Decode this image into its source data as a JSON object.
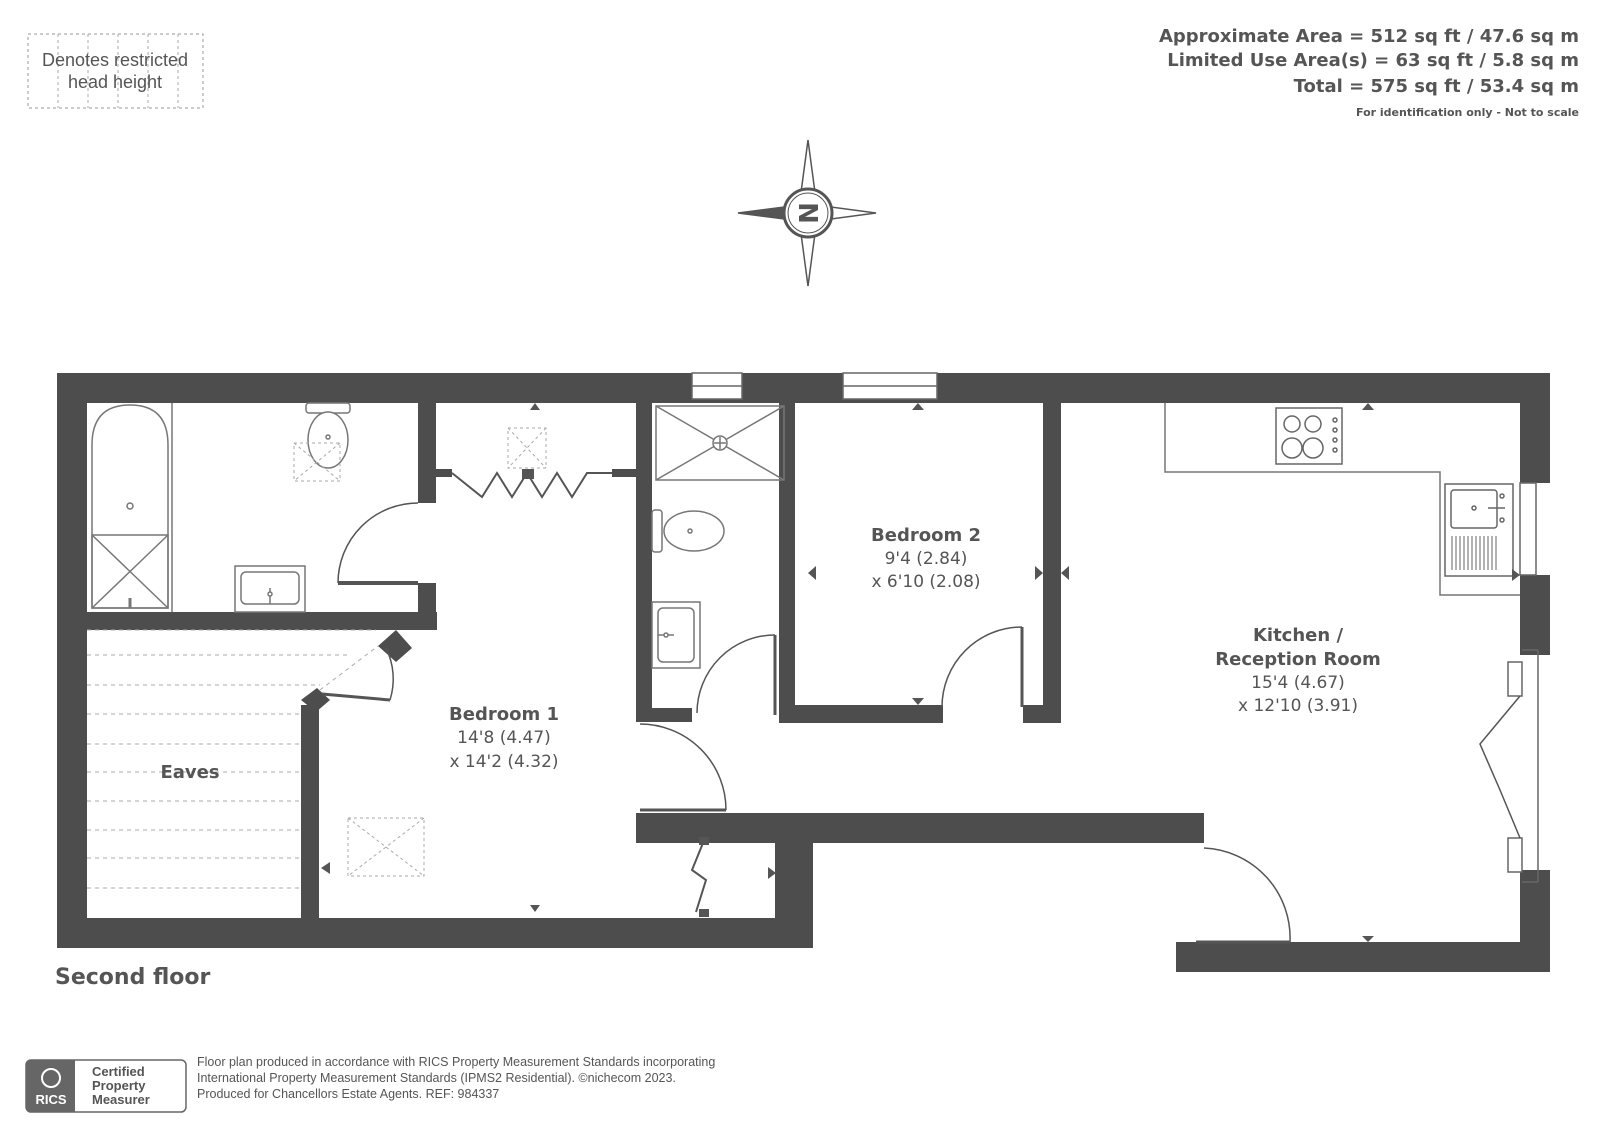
{
  "legend": {
    "line1": "Denotes restricted",
    "line2": "head height"
  },
  "areas": {
    "approx": "Approximate Area = 512 sq ft / 47.6 sq m",
    "limited": "Limited Use Area(s) = 63 sq ft / 5.8 sq m",
    "total": "Total = 575 sq ft / 53.4 sq m",
    "note": "For identification only - Not to scale"
  },
  "compass": {
    "letter": "N"
  },
  "rooms": {
    "bedroom2": {
      "name": "Bedroom 2",
      "dim1": "9'4 (2.84)",
      "dim2": "x 6'10 (2.08)"
    },
    "kitchen": {
      "name1": "Kitchen /",
      "name2": "Reception Room",
      "dim1": "15'4 (4.67)",
      "dim2": "x 12'10 (3.91)"
    },
    "bedroom1": {
      "name": "Bedroom 1",
      "dim1": "14'8 (4.47)",
      "dim2": "x 14'2 (4.32)"
    },
    "eaves": {
      "name": "Eaves"
    }
  },
  "floor_label": "Second floor",
  "footer": {
    "badge_rics": "RICS",
    "badge_line1": "Certified",
    "badge_line2": "Property",
    "badge_line3": "Measurer",
    "line1": "Floor plan produced in accordance with RICS Property Measurement Standards incorporating",
    "line2": "International Property Measurement Standards (IPMS2 Residential).   ©nichecom 2023.",
    "line3": "Produced for Chancellors Estate Agents.   REF:  984337"
  },
  "colors": {
    "wall": "#4d4d4d",
    "text": "#555555",
    "fixture": "#777777"
  }
}
